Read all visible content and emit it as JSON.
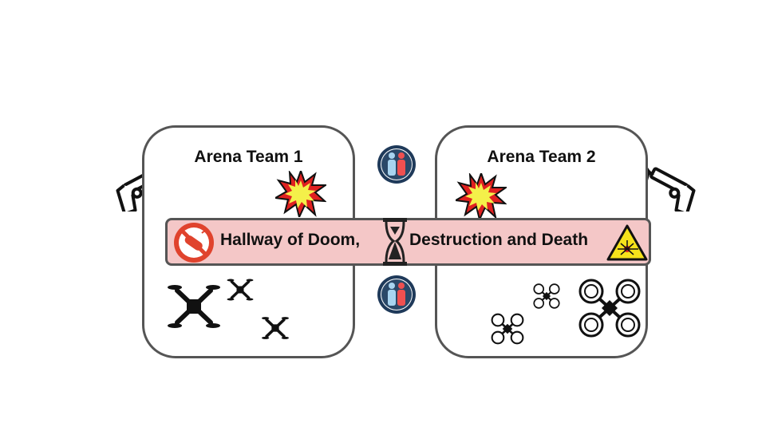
{
  "arenas": {
    "team1_label": "Arena Team 1",
    "team2_label": "Arena Team 2"
  },
  "hallway": {
    "label_part1": "Hallway of Doom,",
    "label_part2": "Destruction and Death"
  },
  "icons": {
    "left_gun": "revolver-icon",
    "right_gun": "revolver-icon",
    "explosion": "explosion-icon",
    "grenade": "no-explosives-icon",
    "hourglass": "hourglass-icon",
    "laser": "laser-warning-icon",
    "people": "people-swap-icon",
    "drone": "quadcopter-icon"
  },
  "colors": {
    "arena_border": "#555555",
    "hallway_fill": "#f4c7c7",
    "people_badge": "#1f3a5a",
    "explosion_yellow": "#f4f04a",
    "explosion_red": "#e02020",
    "prohibit_red": "#e0432d",
    "laser_yellow": "#f5e21b"
  }
}
